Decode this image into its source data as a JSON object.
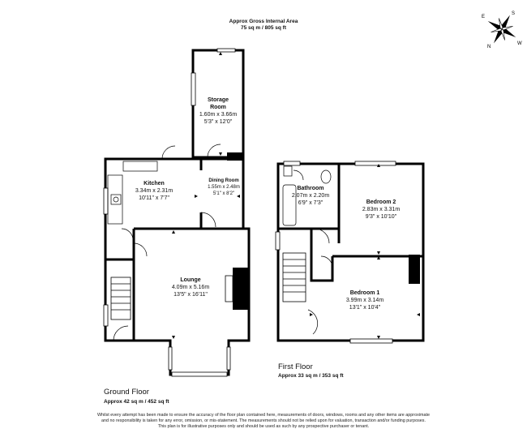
{
  "header": {
    "title": "Approx Gross Internal Area",
    "area": "75 sq m / 805 sq ft"
  },
  "compass": {
    "letters": [
      "S",
      "N",
      "E",
      "W"
    ]
  },
  "ground_floor": {
    "title": "Ground Floor",
    "area": "Approx 42 sq m / 452 sq ft",
    "rooms": {
      "storage": {
        "name_line1": "Storage",
        "name_line2": "Room",
        "metric": "1.60m x 3.66m",
        "imperial": "5'3\" x 12'0\""
      },
      "kitchen": {
        "name": "Kitchen",
        "metric": "3.34m x 2.31m",
        "imperial": "10'11\" x 7'7\""
      },
      "dining": {
        "name": "Dining Room",
        "metric": "1.55m x 2.48m",
        "imperial": "5'1\" x 8'2\""
      },
      "lounge": {
        "name": "Lounge",
        "metric": "4.09m x 5.16m",
        "imperial": "13'5\" x 16'11\""
      }
    }
  },
  "first_floor": {
    "title": "First Floor",
    "area": "Approx 33 sq m / 353 sq ft",
    "rooms": {
      "bathroom": {
        "name": "Bathroom",
        "metric": "2.07m x 2.20m",
        "imperial": "6'9\" x 7'3\""
      },
      "bedroom2": {
        "name": "Bedroom 2",
        "metric": "2.83m x 3.31m",
        "imperial": "9'3\" x 10'10\""
      },
      "bedroom1": {
        "name": "Bedroom 1",
        "metric": "3.99m x 3.14m",
        "imperial": "13'1\" x 10'4\""
      }
    }
  },
  "disclaimer": "Whilst every attempt has been made to ensure the accuracy of the floor plan contained here, measurements of doors, windows, rooms and any other items are approximate and no responsibility is taken for any error, omission, or mis-statement. The measurements should not be relied upon for valuation, transaction and/or funding purposes. This plan is for illustrative purposes only and should be used as such by any prospective purchaser or tenant."
}
